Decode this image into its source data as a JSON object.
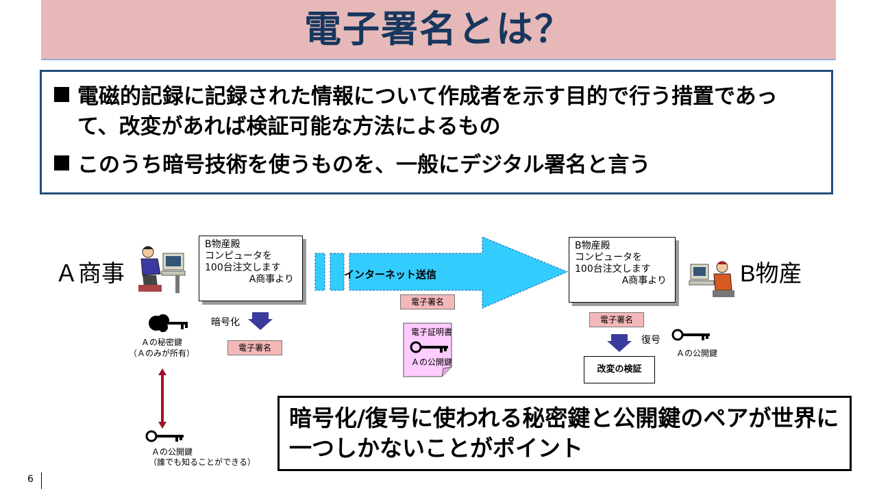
{
  "title": "電子署名とは？",
  "definition": {
    "bullets": [
      "電磁的記録に記録された情報について作成者を示す目的で行う措置であって、改変があれば検証可能な方法によるもの",
      "このうち暗号技術を使うものを、一般にデジタル署名と言う"
    ]
  },
  "diagram": {
    "sender": "Ａ商事",
    "receiver": "B物産",
    "document_lines": [
      "B物産殿",
      "コンピュータを",
      "100台注文します",
      "A商事より"
    ],
    "encrypt_label": "暗号化",
    "decrypt_label": "復号",
    "signature_label": "電子署名",
    "network_label": "インターネット送信",
    "secret_key_label": "Ａの秘密鍵",
    "secret_key_note": "（Ａのみが所有）",
    "public_key_label": "Ａの公開鍵",
    "public_key_note": "（誰でも知ることができる）",
    "certificate_title": "電子証明書",
    "certificate_key_label": "Ａの公開鍵",
    "verify_label": "改変の検証"
  },
  "callout": "暗号化/復号に使われる秘密鍵と公開鍵のペアが世界に一つしかないことがポイント",
  "page_number": "6",
  "colors": {
    "title_bg": "#e6b9b8",
    "title_text": "#17375e",
    "box_border": "#1f4e79",
    "arrow_fill": "#33ccff",
    "signature_bg": "#f4b8b8",
    "down_arrow": "#3b3b9b",
    "certificate_bg": "#ffccff",
    "pair_arrow": "#a0102a"
  },
  "icons": [
    "person-at-computer-icon",
    "key-icon",
    "secret-key-icon",
    "down-arrow-icon",
    "double-arrow-icon"
  ]
}
